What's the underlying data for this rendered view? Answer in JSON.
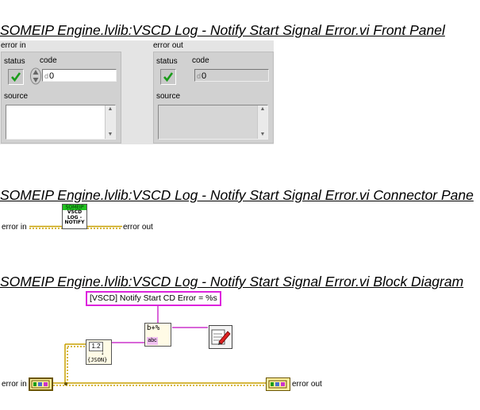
{
  "front_panel": {
    "title": "SOMEIP Engine.lvlib:VSCD Log - Notify Start Signal Error.vi Front Panel",
    "error_in": {
      "label": "error in",
      "status_label": "status",
      "code_label": "code",
      "code_radix": "d",
      "code_value": "0",
      "source_label": "source"
    },
    "error_out": {
      "label": "error out",
      "status_label": "status",
      "code_label": "code",
      "code_radix": "d",
      "code_value": "0",
      "source_label": "source"
    },
    "colors": {
      "panel": "#e4e4e4",
      "cluster": "#d1d1d1",
      "check": "#1a9c1a"
    }
  },
  "connector_pane": {
    "title": "SOMEIP Engine.lvlib:VSCD Log - Notify Start Signal Error.vi Connector Pane",
    "icon_header": "SOMEIP",
    "icon_lines": [
      "VSCD",
      "LOG -",
      "NOTIFY"
    ],
    "terminal_in": "error in",
    "terminal_out": "error out",
    "colors": {
      "wire": "#c8a000",
      "icon_header": "#22c222"
    }
  },
  "block_diagram": {
    "title": "SOMEIP Engine.lvlib:VSCD Log - Notify Start Signal Error.vi Block Diagram",
    "string_constant": "[VSCD] Notify Start CD Error = %s",
    "format_icon": "b+%",
    "format_input": "abc",
    "json_top": "1.2",
    "json_bottom": "{JSON}",
    "terminal_in": "error in",
    "terminal_out": "error out",
    "colors": {
      "string_wire": "#cc33cc",
      "error_wire": "#c8a000",
      "string_border": "#dd22dd"
    }
  }
}
